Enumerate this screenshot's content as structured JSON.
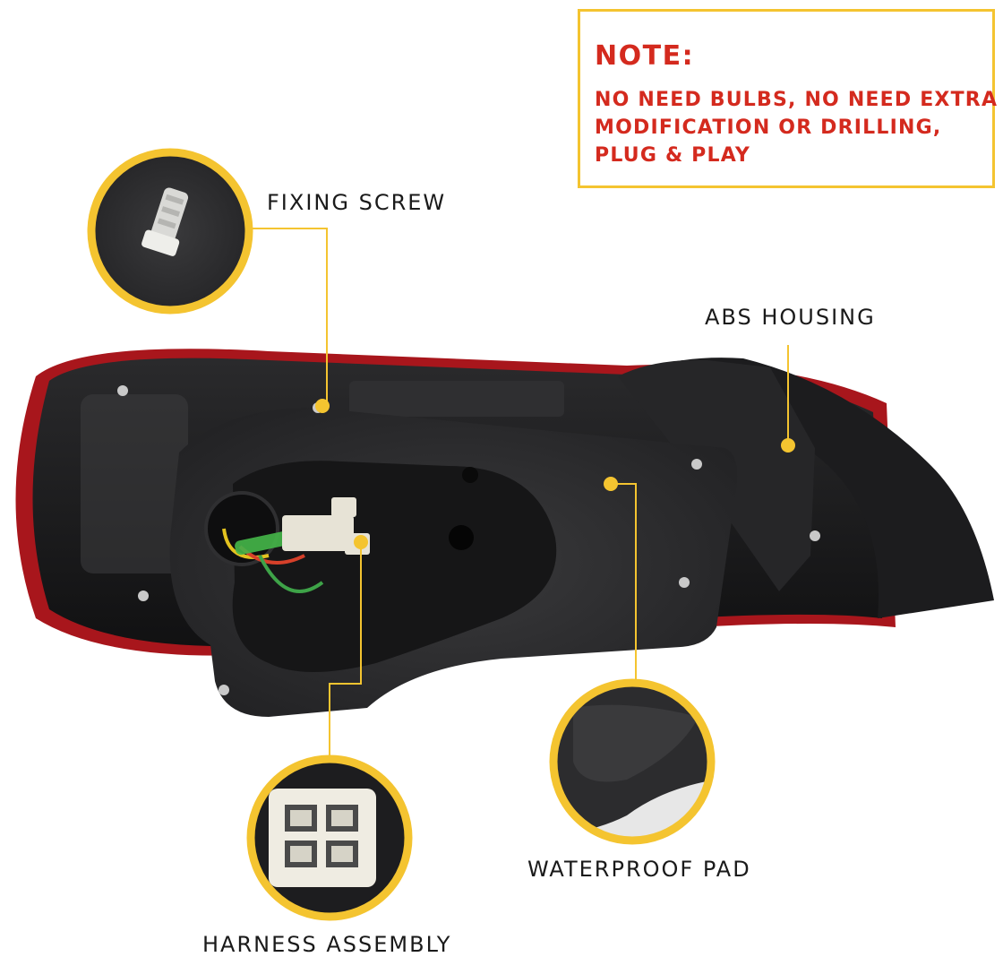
{
  "note": {
    "title": "NOTE:",
    "lines": [
      "NO NEED BULBS, NO NEED EXTRA",
      "MODIFICATION OR DRILLING,",
      "PLUG & PLAY"
    ]
  },
  "callouts": {
    "fixing_screw": "FIXING SCREW",
    "abs_housing": "ABS HOUSING",
    "waterproof_pad": "WATERPROOF PAD",
    "harness_assembly": "HARNESS ASSEMBLY"
  },
  "colors": {
    "accent": "#f4c430",
    "note_text": "#d42a1e",
    "label_text": "#1a1a1a",
    "housing": "#1b1b1d",
    "lens_red": "#a8161c",
    "pad": "#2c2c2e"
  }
}
